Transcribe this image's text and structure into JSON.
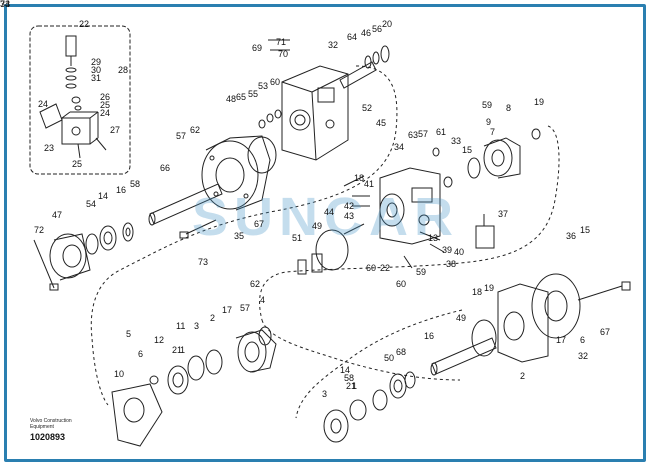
{
  "watermark": "SUNCAR",
  "brand_lines": [
    "Volvo Construction",
    "Equipment"
  ],
  "drawing_code": "1020893",
  "callouts": [
    "22",
    "29",
    "30",
    "31",
    "28",
    "26",
    "24",
    "25",
    "24",
    "23",
    "25",
    "27",
    "69",
    "71",
    "70",
    "32",
    "64",
    "46",
    "56",
    "20",
    "48",
    "65",
    "55",
    "53",
    "60",
    "52",
    "45",
    "57",
    "62",
    "66",
    "58",
    "16",
    "14",
    "54",
    "47",
    "72",
    "35",
    "67",
    "73",
    "34",
    "63",
    "57",
    "61",
    "33",
    "15",
    "59",
    "9",
    "7",
    "8",
    "19",
    "18",
    "41",
    "42",
    "43",
    "44",
    "49",
    "13",
    "39",
    "40",
    "38",
    "37",
    "60",
    "22",
    "59",
    "60",
    "51",
    "36",
    "15",
    "62",
    "57",
    "4",
    "5",
    "6",
    "10",
    "12",
    "11",
    "21",
    "1",
    "3",
    "2",
    "17",
    "18",
    "19",
    "49",
    "50",
    "68",
    "16",
    "14",
    "58",
    "21",
    "1",
    "3",
    "2",
    "17",
    "32",
    "67",
    "6",
    "73",
    "34"
  ]
}
